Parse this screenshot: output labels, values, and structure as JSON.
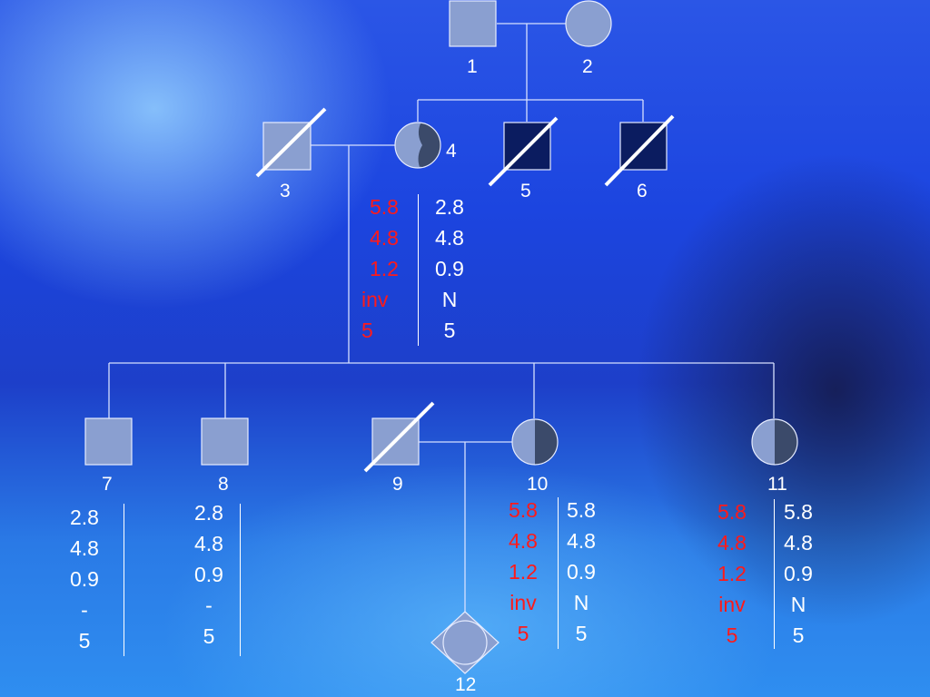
{
  "colors": {
    "unaffected_fill": "#8a9fd0",
    "affected_fill": "#0b1c60",
    "half_fill": "#3b4a6a",
    "line": "#d6e0ff",
    "red_haplotype": "#ff1a1a",
    "white_text": "#ffffff"
  },
  "individuals": [
    {
      "id": "1",
      "label": "1",
      "shape": "square",
      "status": "unaffected",
      "deceased": false
    },
    {
      "id": "2",
      "label": "2",
      "shape": "circle",
      "status": "unaffected",
      "deceased": false
    },
    {
      "id": "3",
      "label": "3",
      "shape": "square",
      "status": "unaffected",
      "deceased": true
    },
    {
      "id": "4",
      "label": "4",
      "shape": "circle",
      "status": "carrier",
      "deceased": false
    },
    {
      "id": "5",
      "label": "5",
      "shape": "square",
      "status": "affected",
      "deceased": true
    },
    {
      "id": "6",
      "label": "6",
      "shape": "square",
      "status": "affected",
      "deceased": true
    },
    {
      "id": "7",
      "label": "7",
      "shape": "square",
      "status": "unaffected",
      "deceased": false
    },
    {
      "id": "8",
      "label": "8",
      "shape": "square",
      "status": "unaffected",
      "deceased": false
    },
    {
      "id": "9",
      "label": "9",
      "shape": "square",
      "status": "unaffected",
      "deceased": true
    },
    {
      "id": "10",
      "label": "10",
      "shape": "circle",
      "status": "carrier",
      "deceased": false
    },
    {
      "id": "11",
      "label": "11",
      "shape": "circle",
      "status": "carrier",
      "deceased": false
    },
    {
      "id": "12",
      "label": "12",
      "shape": "diamond",
      "status": "unknown",
      "deceased": false
    }
  ],
  "haplotypes": {
    "4": {
      "left": [
        "5.8",
        "4.8",
        "1.2",
        "inv",
        "5"
      ],
      "right": [
        "2.8",
        "4.8",
        "0.9",
        "N",
        "5"
      ]
    },
    "7": {
      "left": [
        "2.8",
        "4.8",
        "0.9",
        "-",
        "5"
      ]
    },
    "8": {
      "left": [
        "2.8",
        "4.8",
        "0.9",
        "-",
        "5"
      ]
    },
    "10": {
      "left": [
        "5.8",
        "4.8",
        "1.2",
        "inv",
        "5"
      ],
      "right": [
        "5.8",
        "4.8",
        "0.9",
        "N",
        "5"
      ]
    },
    "11": {
      "left": [
        "5.8",
        "4.8",
        "1.2",
        "inv",
        "5"
      ],
      "right": [
        "5.8",
        "4.8",
        "0.9",
        "N",
        "5"
      ]
    }
  }
}
